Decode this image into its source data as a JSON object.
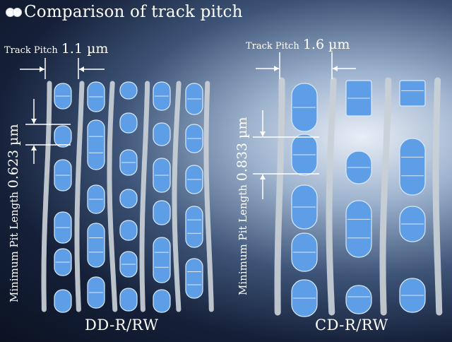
{
  "title": "Comparison of track pitch",
  "dd": {
    "track_pitch_label": "Track Pitch",
    "track_pitch_value": "1.1 µm",
    "pit_length_label": "Minimum Pit Length",
    "pit_length_value": "0.623 µm",
    "disc_label": "DD-R/RW"
  },
  "cd": {
    "track_pitch_label": "Track Pitch",
    "track_pitch_value": "1.6 µm",
    "pit_length_label": "Minimum Pit Length",
    "pit_length_value": "0.833 µm",
    "disc_label": "CD-R/RW"
  },
  "colors": {
    "pit": "#5e9ee6",
    "pit_edge": "#d9e8fb",
    "track_wall": "#c9cfd6",
    "text": "#ffffff"
  }
}
